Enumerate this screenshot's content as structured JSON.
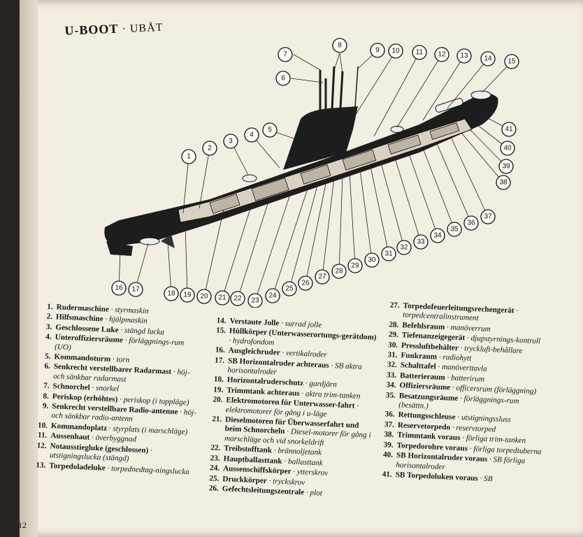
{
  "title": "U-BOOT",
  "subtitle": "· UBÅT",
  "page_number": "12",
  "callouts": [
    "1",
    "2",
    "3",
    "4",
    "5",
    "6",
    "7",
    "8",
    "9",
    "10",
    "11",
    "12",
    "13",
    "14",
    "15",
    "16",
    "17",
    "18",
    "19",
    "20",
    "21",
    "22",
    "23",
    "24",
    "25",
    "26",
    "27",
    "28",
    "29",
    "30",
    "31",
    "32",
    "33",
    "34",
    "35",
    "36",
    "37",
    "38",
    "39",
    "40",
    "41"
  ],
  "legend": {
    "col1": [
      {
        "n": "1.",
        "de": "Rudermaschine",
        "sv": "· styrmaskin"
      },
      {
        "n": "2.",
        "de": "Hilfsmaschine",
        "sv": "· hjälpmaskin"
      },
      {
        "n": "3.",
        "de": "Geschlossene Luke",
        "sv": "· stängd lucka"
      },
      {
        "n": "4.",
        "de": "Unteroffiziersräume",
        "sv": "· förläggnings-rum (UO)"
      },
      {
        "n": "5.",
        "de": "Kommandoturm",
        "sv": "· torn"
      },
      {
        "n": "6.",
        "de": "Senkrecht verstellbarer Radarmast",
        "sv": "· höj- och sänkbar radarmast"
      },
      {
        "n": "7.",
        "de": "Schnorchel",
        "sv": "· snorkel"
      },
      {
        "n": "8.",
        "de": "Periskop (erhöhtes)",
        "sv": "· periskop (i toppläge)"
      },
      {
        "n": "9.",
        "de": "Senkrecht verstellbare Radio-antenne",
        "sv": "· höj- och sänkbar radio-antenn"
      },
      {
        "n": "10.",
        "de": "Kommandoplatz",
        "sv": "· styrplats (i marschläge)"
      },
      {
        "n": "11.",
        "de": "Aussenhaut",
        "sv": "· överbyggnad"
      },
      {
        "n": "12.",
        "de": "Notausstiegluke (geschlossen)",
        "sv": "· utstigningslucka (stängd)"
      },
      {
        "n": "13.",
        "de": "Torpedoladeluke",
        "sv": "· torpednedtag-ningslucka"
      }
    ],
    "col2": [
      {
        "n": "14.",
        "de": "Verstaute Jolle",
        "sv": "· surrad jolle"
      },
      {
        "n": "15.",
        "de": "Hüllkörper (Unterwasserortungs-gerätdom)",
        "sv": "· hydrofondom"
      },
      {
        "n": "16.",
        "de": "Ausgleichruder",
        "sv": "· vertikalroder"
      },
      {
        "n": "17.",
        "de": "SB Horizontalruder achteraus",
        "sv": "· SB aktra horisontalroder"
      },
      {
        "n": "18.",
        "de": "Horizontalruderschutz",
        "sv": "· gardjärn"
      },
      {
        "n": "19.",
        "de": "Trimmtank achteraus",
        "sv": "· aktra trim-tanken"
      },
      {
        "n": "20.",
        "de": "Elektromotoren für Unterwasser-fahrt",
        "sv": "· elektromotorer för gång i u-läge"
      },
      {
        "n": "21.",
        "de": "Dieselmotoren für Überwasserfahrt und beim Schnorcheln",
        "sv": "· Diesel-motorer för gång i marschläge och vid snorkeldrift"
      },
      {
        "n": "22.",
        "de": "Treibstofftank",
        "sv": "· brännoljetank"
      },
      {
        "n": "23.",
        "de": "Hauptballasttank",
        "sv": "· ballasttank"
      },
      {
        "n": "24.",
        "de": "Aussenschiffskörper",
        "sv": "· ytterskrov"
      },
      {
        "n": "25.",
        "de": "Druckkörper",
        "sv": "· tryckskrov"
      },
      {
        "n": "26.",
        "de": "Gefechtsleitungszentrale",
        "sv": "· plot"
      }
    ],
    "col3": [
      {
        "n": "27.",
        "de": "Torpedofeuerleitungsrechengerät",
        "sv": "· torpedcentralinstrument"
      },
      {
        "n": "28.",
        "de": "Befehlsraum",
        "sv": "· manöverrum"
      },
      {
        "n": "29.",
        "de": "Tiefenanzeigegerät",
        "sv": "· djupstyrnings-kontroll"
      },
      {
        "n": "30.",
        "de": "Pressluftbehälter",
        "sv": "· tryckluft-behållare"
      },
      {
        "n": "31.",
        "de": "Funkraum",
        "sv": "· radiohytt"
      },
      {
        "n": "32.",
        "de": "Schalttafel",
        "sv": "· manöverttavla"
      },
      {
        "n": "33.",
        "de": "Batterieraum",
        "sv": "· batterirum"
      },
      {
        "n": "34.",
        "de": "Offiziersräume",
        "sv": "· officersrum (förläggning)"
      },
      {
        "n": "35.",
        "de": "Besatzungsräume",
        "sv": "· förläggnings-rum (besättn.)"
      },
      {
        "n": "36.",
        "de": "Rettungsschleuse",
        "sv": "· utstigningssluss"
      },
      {
        "n": "37.",
        "de": "Reservetorpedo",
        "sv": "· reservtorped"
      },
      {
        "n": "38.",
        "de": "Trimmtank voraus",
        "sv": "· förliga trim-tanken"
      },
      {
        "n": "39.",
        "de": "Torpedorohre voraus",
        "sv": "· förliga torpedtuberna"
      },
      {
        "n": "40.",
        "de": "SB Horizontalruder voraus",
        "sv": "· SB förliga horisontalroder"
      },
      {
        "n": "41.",
        "de": "SB Torpedoluken voraus",
        "sv": "· SB"
      }
    ]
  }
}
